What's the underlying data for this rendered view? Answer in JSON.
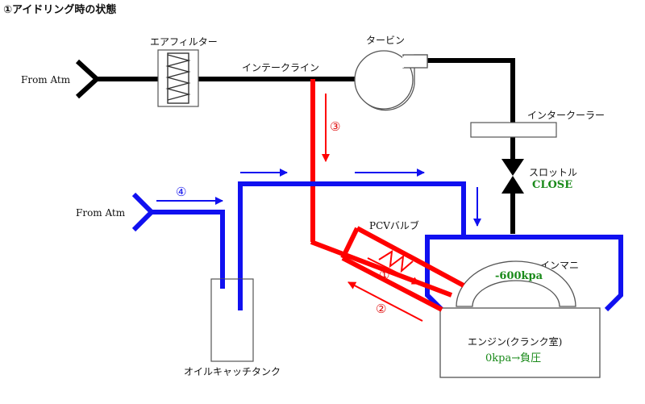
{
  "title": "①アイドリング時の状態",
  "labels": {
    "from_atm_top": "From Atm",
    "from_atm_left": "From Atm",
    "air_filter": "エアフィルター",
    "intake_line": "インテークライン",
    "turbine": "タービン",
    "intercooler": "インタークーラー",
    "throttle": "スロットル",
    "throttle_state": "CLOSE",
    "pcv_valve": "PCVバルブ",
    "intake_manifold": "インマニ",
    "manifold_pressure": "-600kpa",
    "engine": "エンジン(クランク室)",
    "crankcase_pressure": "0kpa→負圧",
    "catch_tank": "オイルキャッチタンク"
  },
  "flow_markers": {
    "red_1": "①",
    "red_2": "②",
    "red_3": "③",
    "blue_4": "④"
  },
  "colors": {
    "intake_line": "#000000",
    "blowby_flow": "#ff0000",
    "fresh_air_flow": "#1010f0",
    "status_text": "#1a8a1a"
  }
}
